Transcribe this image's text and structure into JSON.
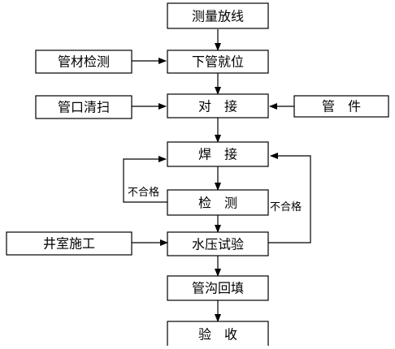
{
  "colors": {
    "stroke": "#000000",
    "fill": "#ffffff",
    "text": "#000000"
  },
  "boxes": {
    "survey_layout": "测量放线",
    "pipe_placement": "下管就位",
    "pipe_inspection": "管材检测",
    "butt_joint": "对　接",
    "port_cleaning": "管口清扫",
    "fittings": "管　件",
    "welding": "焊　接",
    "testing": "检　测",
    "hydro_test": "水压试验",
    "chamber_construction": "井室施工",
    "trench_backfill": "管沟回填",
    "acceptance": "验　收"
  },
  "notes": {
    "fail_left": "不合格",
    "fail_right": "不合格"
  }
}
